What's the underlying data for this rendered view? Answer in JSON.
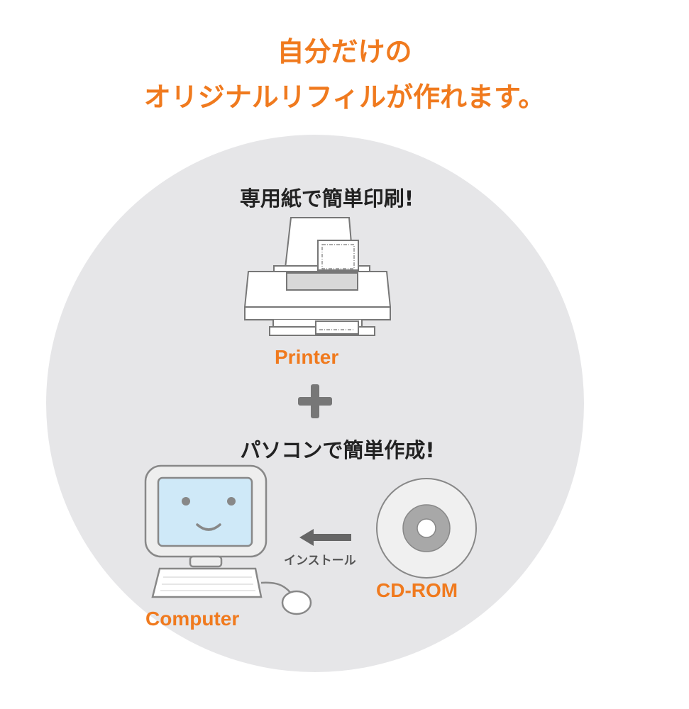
{
  "title": {
    "line1": "自分だけの",
    "line2": "オリジナルリフィルが作れます。"
  },
  "printer_section": {
    "heading": "専用紙で簡単印刷!",
    "label": "Printer"
  },
  "plus_symbol": "+",
  "computer_section": {
    "heading": "パソコンで簡単作成!",
    "computer_label": "Computer",
    "cdrom_label": "CD-ROM",
    "install_label": "インストール"
  },
  "colors": {
    "accent": "#f07a1e",
    "circle": "#e6e6e8",
    "screen": "#cfe9f8",
    "outline": "#888888"
  }
}
